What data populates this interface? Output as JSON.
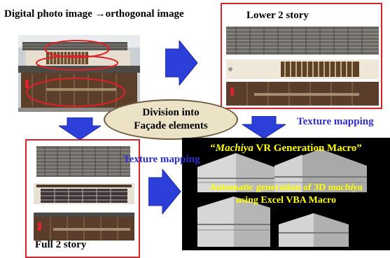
{
  "title": "Digital photo image →orthogonal image",
  "lower_label": "Lower 2 story",
  "full_label": "Full 2 story",
  "oval": {
    "line1": "Division into",
    "line2": "Façade elements"
  },
  "texture_right": "Texture mapping",
  "texture_left": "Texture mapping",
  "macro": {
    "title_open": "“",
    "title_italic": "Machiya",
    "title_rest": " VR Generation Macro”",
    "desc_line1_a": "Automatic generation of 3D ",
    "desc_line1_italic": "machiya",
    "desc_line2": "using Excel VBA Macro"
  },
  "colors": {
    "arrow": "#2c3fd8",
    "panel_border": "#d8232a",
    "texture_label": "#2d2dd0",
    "macro_text": "#ffff00",
    "oval_fill": "#ece2c6"
  }
}
